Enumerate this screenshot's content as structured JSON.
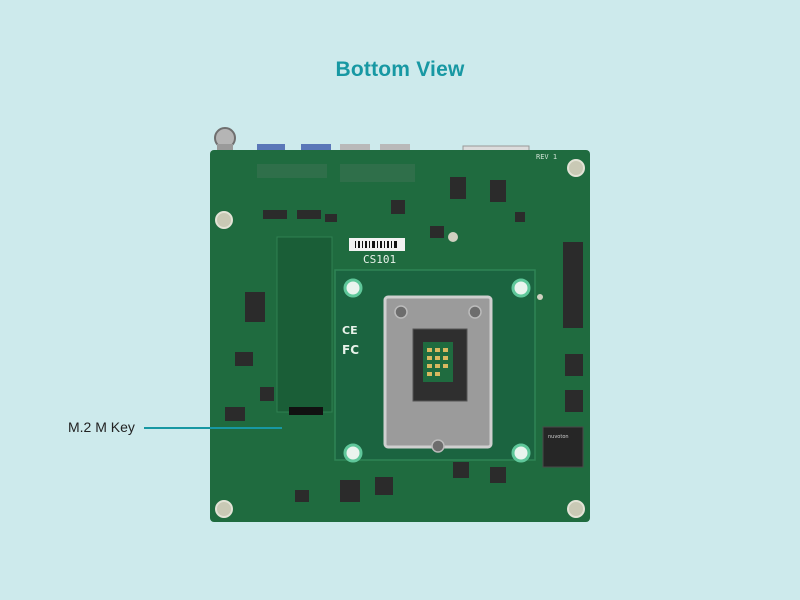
{
  "heading": "Bottom View",
  "board": {
    "model": "CS101",
    "rev": "REV 1",
    "chip_brand": "nuvoton",
    "cert_ce": "CE",
    "cert_fcc": "FC"
  },
  "callouts": [
    {
      "label": "M.2 M Key"
    }
  ],
  "colors": {
    "background": "#cdeaec",
    "accent": "#1798a3",
    "pcb": "#1f6b3f"
  }
}
